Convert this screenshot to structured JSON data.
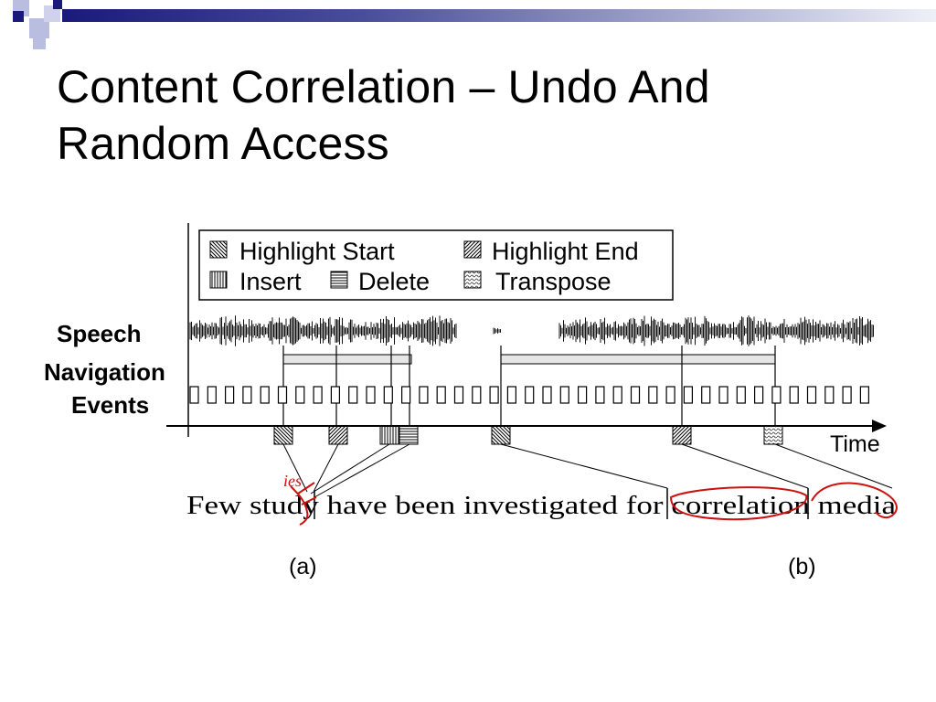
{
  "slide": {
    "title_line1": "Content Correlation – Undo And",
    "title_line2": "Random Access"
  },
  "figure": {
    "legend": {
      "highlight_start": "Highlight Start",
      "highlight_end": "Highlight End",
      "insert": "Insert",
      "delete": "Delete",
      "transpose": "Transpose"
    },
    "row_labels": {
      "speech": "Speech",
      "navigation": "Navigation",
      "events": "Events"
    },
    "axis_label": "Time",
    "transcript": "Few study have been investigated for correlation media",
    "annotation_text": "ies",
    "panel_a": "(a)",
    "panel_b": "(b)"
  },
  "colors": {
    "accent_dark": "#1a1a7a",
    "accent_light": "#b9bde0",
    "annotation_red": "#cc1111"
  }
}
